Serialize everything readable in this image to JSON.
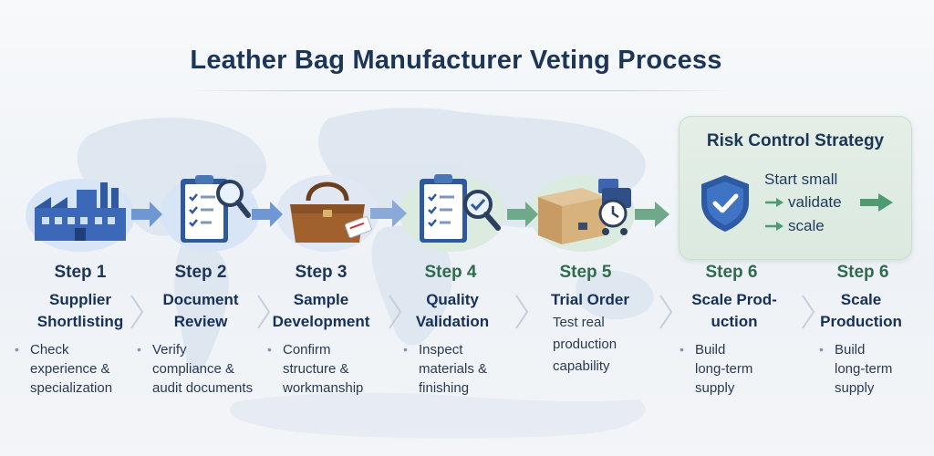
{
  "title": "Leather Bag Manufacturer Veting Process",
  "steps": [
    {
      "label": "Step 1",
      "name": "Supplier\nShortlisting",
      "bullet": "Check\nexperience &\nspecialization",
      "icon": "factory-icon"
    },
    {
      "label": "Step 2",
      "name": "Document\nReview",
      "bullet": "Verify\ncompliance &\naudit documents",
      "icon": "clipboard-magnifier-icon"
    },
    {
      "label": "Step 3",
      "name": "Sample\nDevelopment",
      "bullet": "Confirm\nstructure &\nworkmanship",
      "icon": "leather-bag-icon"
    },
    {
      "label": "Step 4",
      "name": "Quality\nValidation",
      "bullet": "Inspect\nmaterials &\nfinishing",
      "icon": "quality-checklist-icon"
    },
    {
      "label": "Step 5",
      "name": "Trial Order",
      "description": "Test real\nproduction\ncapability",
      "icon": "shipping-box-clock-icon"
    },
    {
      "label": "Step 6",
      "name": "Scale Prod-\nuction",
      "bullet": "Build\nlong-term\nsupply"
    },
    {
      "label": "Step 6",
      "name": "Scale\nProduction",
      "bullet": "Build\nlong-term\nsupply"
    }
  ],
  "risk_control": {
    "title": "Risk Control Strategy",
    "line1": "Start small",
    "line2": "validate",
    "line3": "scale",
    "icon": "shield-check-icon"
  },
  "colors": {
    "navy": "#1d3557",
    "blue_accent": "#3e6fc4",
    "green_accent": "#4e9a72",
    "panel_green": "#dbe9df"
  }
}
